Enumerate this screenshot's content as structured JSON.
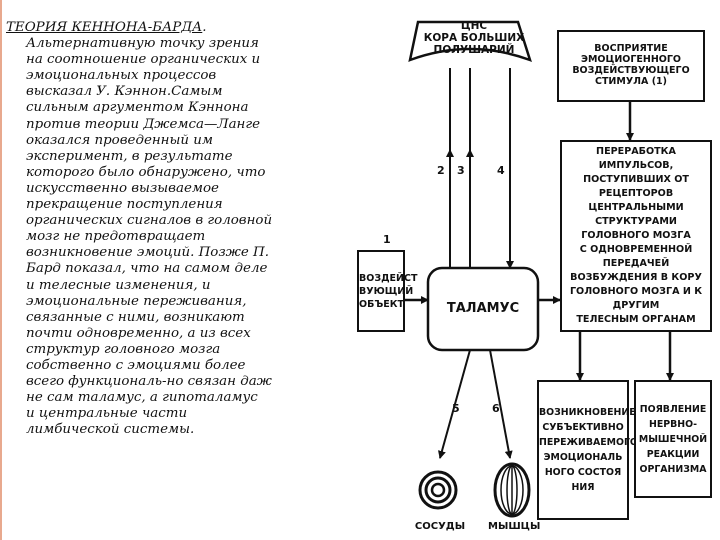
{
  "text": {
    "title": "ТЕОРИЯ КЕННОНА-БАРДА",
    "title_tail": ".",
    "lines": [
      "Альтернативную точку зрения",
      "на соотношение органических и",
      "эмоциональных процессов",
      "высказал У. Кэннон.Самым",
      "сильным аргументом Кэннона",
      "против теории Джемса—Ланге",
      "оказался проведенный им",
      "эксперимент, в результате",
      "которого было обнаружено, что",
      "искусственно вызываемое",
      "прекращение поступления",
      "органических сигналов в головной",
      "мозг не предотвращает",
      "возникновение эмоций. Позже П.",
      "Бард показал, что на самом деле",
      "и телесные изменения, и",
      "эмоциональные переживания,",
      "связанные с ними, возникают",
      "почти одновременно, а из всех",
      "структур головного мозга",
      "собственно с эмоциями более",
      "всего функциональ-но связан даж",
      "не сам таламус, а гипоталамус",
      "и центральные части",
      "лимбической системы."
    ]
  },
  "diagram": {
    "cns": [
      "ЦНС",
      "КОРА БОЛЬШИХ",
      "ПОЛУШАРИЙ"
    ],
    "perception": [
      "ВОСПРИЯТИЕ ЭМОЦИОГЕННОГО",
      "ВОЗДЕЙСТВУЮЩЕГО",
      "СТИМУЛА (1)"
    ],
    "processing": [
      "ПЕРЕРАБОТКА ИМПУЛЬСОВ,",
      "ПОСТУПИВШИХ ОТ РЕЦЕПТОРОВ",
      "ЦЕНТРАЛЬНЫМИ СТРУКТУРАМИ",
      "ГОЛОВНОГО МОЗГА",
      "С ОДНОВРЕМЕННОЙ ПЕРЕДАЧЕЙ",
      "ВОЗБУЖДЕНИЯ В КОРУ",
      "ГОЛОВНОГО МОЗГА И К ДРУГИМ",
      "ТЕЛЕСНЫМ ОРГАНАМ"
    ],
    "stimulus": [
      "ВОЗДЕЙСТ",
      "ВУЮЩИЙ",
      "ОБЪЕКТ"
    ],
    "thalamus": "ТАЛАМУС",
    "subjective": [
      "ВОЗНИКНОВЕНИЕ",
      "СУБЪЕКТИВНО",
      "ПЕРЕЖИВАЕМОГО",
      "ЭМОЦИОНАЛЬ",
      "НОГО СОСТОЯ",
      "НИЯ"
    ],
    "reaction": [
      "ПОЯВЛЕНИЕ",
      "НЕРВНО-",
      "МЫШЕЧНОЙ",
      "РЕАКЦИИ",
      "ОРГАНИЗМА"
    ],
    "vessels": "СОСУДЫ",
    "muscles": "МЫШЦЫ",
    "n1": "1",
    "n2": "2",
    "n3": "3",
    "n4": "4",
    "n5": "5",
    "n6": "6"
  }
}
